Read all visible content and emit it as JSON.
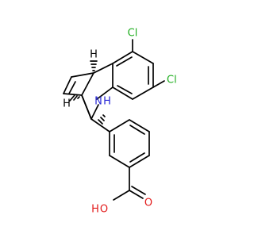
{
  "molecule": {
    "colors": {
      "bond": "#000000",
      "chlorine": "#1fae1f",
      "nitrogen": "#2a2ad6",
      "oxygen": "#e21b1b",
      "stereo_h": "#000000"
    },
    "labels": {
      "cl_top": "Cl",
      "cl_right": "Cl",
      "nh_n": "N",
      "nh_h": "H",
      "oh_o": "O",
      "oh_h": "H",
      "carbonyl_o": "O",
      "h_top": "H",
      "h_mid": "H"
    }
  }
}
